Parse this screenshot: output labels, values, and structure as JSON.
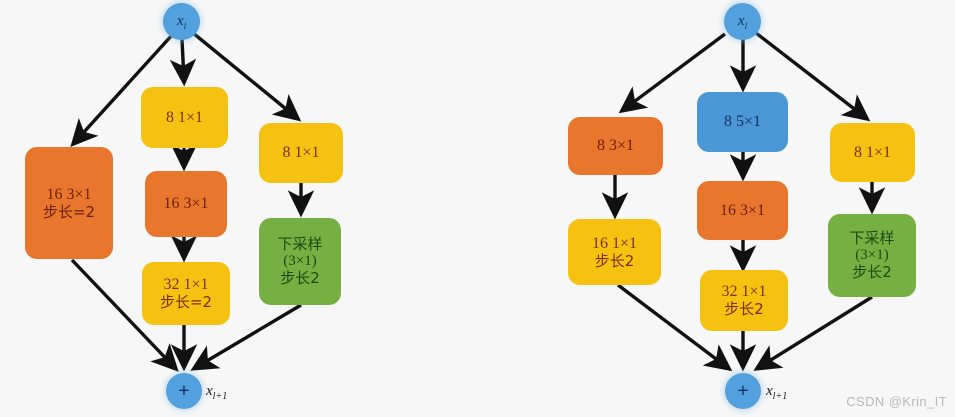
{
  "figure": {
    "background_color": "#f7f7f7",
    "watermark": "CSDN @Krin_IT",
    "palette": {
      "yellow": "#f5c211",
      "orange": "#e8762c",
      "green": "#76b043",
      "blue_box": "#4b96d4",
      "circle_blue": "#52a0dd",
      "arrow": "#111111"
    }
  },
  "diagrams": [
    {
      "id": "left",
      "input_node": {
        "label": "x",
        "subscript": "l"
      },
      "output_node": {
        "symbol": "+",
        "label": "x",
        "subscript": "l+1"
      },
      "branches": [
        {
          "id": "left-shortcut",
          "blocks": [
            {
              "id": "l-b1",
              "color": "orange",
              "lines": [
                "16  3×1",
                "步长=2"
              ]
            }
          ]
        },
        {
          "id": "left-main",
          "blocks": [
            {
              "id": "l-m1",
              "color": "yellow",
              "lines": [
                "8  1×1"
              ]
            },
            {
              "id": "l-m2",
              "color": "orange",
              "lines": [
                "16  3×1"
              ]
            },
            {
              "id": "l-m3",
              "color": "yellow",
              "lines": [
                "32  1×1",
                "步长=2"
              ]
            }
          ]
        },
        {
          "id": "left-aux",
          "blocks": [
            {
              "id": "l-r1",
              "color": "yellow",
              "lines": [
                "8  1×1"
              ]
            },
            {
              "id": "l-r2",
              "color": "green",
              "lines": [
                "下采样",
                "(3×1)",
                "步长2"
              ]
            }
          ]
        }
      ]
    },
    {
      "id": "right",
      "input_node": {
        "label": "x",
        "subscript": "l"
      },
      "output_node": {
        "symbol": "+",
        "label": "x",
        "subscript": "l+1"
      },
      "branches": [
        {
          "id": "right-shortcut",
          "blocks": [
            {
              "id": "r-b1",
              "color": "orange",
              "lines": [
                "8  3×1"
              ]
            },
            {
              "id": "r-b2",
              "color": "yellow",
              "lines": [
                "16  1×1",
                "步长2"
              ]
            }
          ]
        },
        {
          "id": "right-main",
          "blocks": [
            {
              "id": "r-m1",
              "color": "blue",
              "lines": [
                "8  5×1"
              ]
            },
            {
              "id": "r-m2",
              "color": "orange",
              "lines": [
                "16  3×1"
              ]
            },
            {
              "id": "r-m3",
              "color": "yellow",
              "lines": [
                "32  1×1",
                "步长2"
              ]
            }
          ]
        },
        {
          "id": "right-aux",
          "blocks": [
            {
              "id": "r-r1",
              "color": "yellow",
              "lines": [
                "8  1×1"
              ]
            },
            {
              "id": "r-r2",
              "color": "green",
              "lines": [
                "下采样",
                "(3×1)",
                "步长2"
              ]
            }
          ]
        }
      ]
    }
  ],
  "nodes_text": {
    "l_b1_l0": "16  3×1",
    "l_b1_l1": "步长=2",
    "l_m1_l0": "8  1×1",
    "l_m2_l0": "16  3×1",
    "l_m3_l0": "32  1×1",
    "l_m3_l1": "步长=2",
    "l_r1_l0": "8  1×1",
    "l_r2_l0": "下采样",
    "l_r2_l1": "(3×1)",
    "l_r2_l2": "步长2",
    "r_b1_l0": "8  3×1",
    "r_b2_l0": "16  1×1",
    "r_b2_l1": "步长2",
    "r_m1_l0": "8  5×1",
    "r_m2_l0": "16  3×1",
    "r_m3_l0": "32  1×1",
    "r_m3_l1": "步长2",
    "r_r1_l0": "8  1×1",
    "r_r2_l0": "下采样",
    "r_r2_l1": "(3×1)",
    "r_r2_l2": "步长2",
    "x_in_left": "x",
    "x_in_left_sub": "l",
    "x_out_left": "x",
    "x_out_left_sub": "l+1",
    "x_in_right": "x",
    "x_in_right_sub": "l",
    "x_out_right": "x",
    "x_out_right_sub": "l+1",
    "plus_left": "+",
    "plus_right": "+"
  }
}
